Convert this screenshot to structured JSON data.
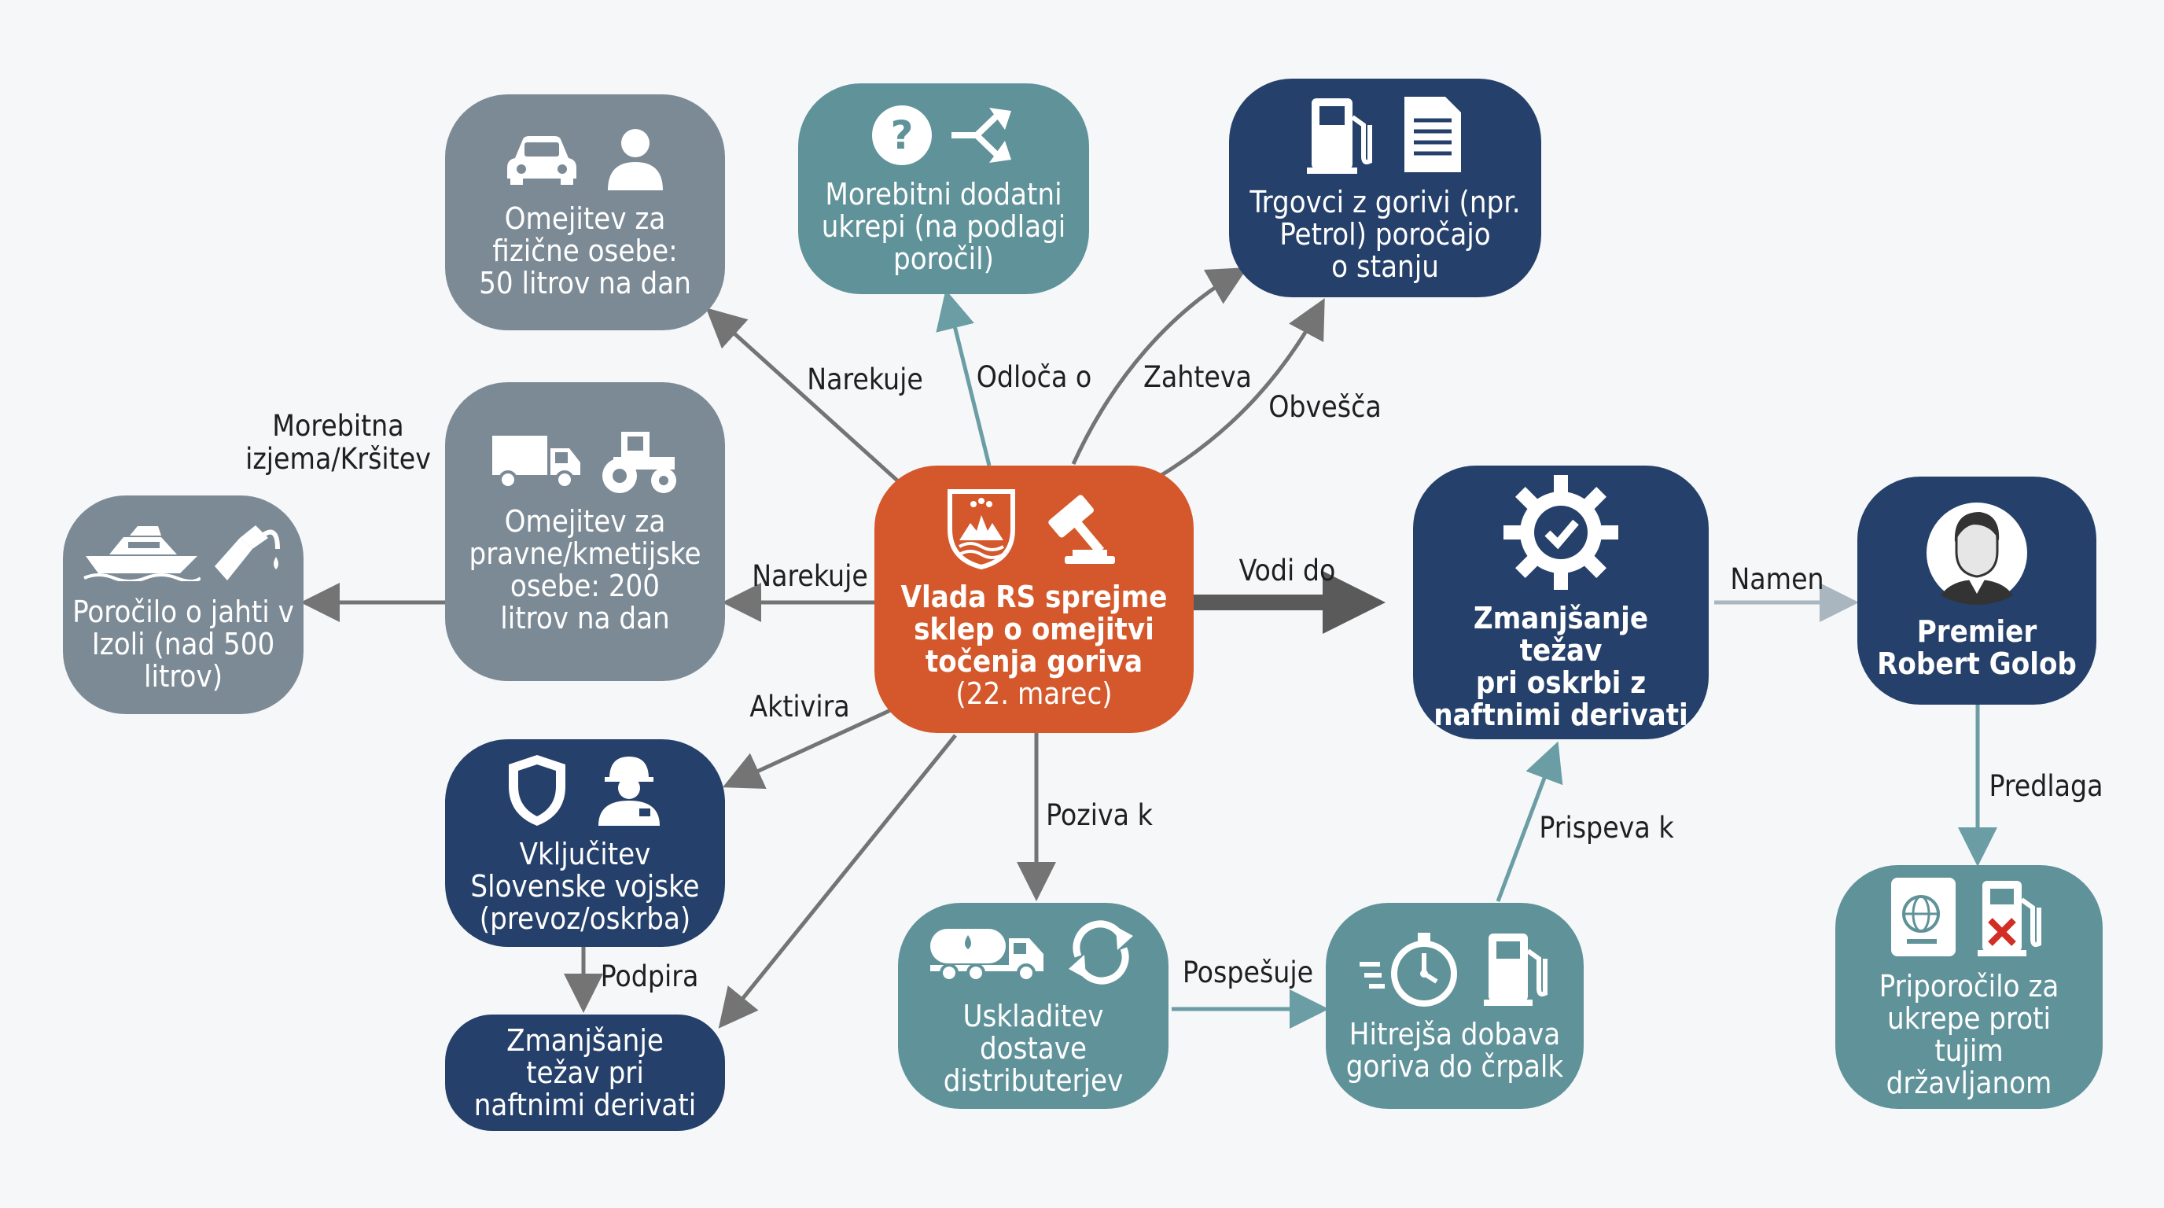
{
  "colors": {
    "gray": "#7c8a95",
    "teal": "#5f9299",
    "navy": "#25406a",
    "orange": "#d4582b",
    "edge_gray": "#747474",
    "edge_teal": "#6b9ea4",
    "edge_light": "#aab6bf"
  },
  "nodes": {
    "center": {
      "text": "Vlada RS sprejme\nsklep o omejitvi\ntočenja goriva",
      "sub": "(22. marec)",
      "icons": [
        "slovenia-coat-of-arms-icon",
        "gavel-icon"
      ]
    },
    "individuals": {
      "text": "Omejitev za\nfizične osebe:\n50 litrov na dan",
      "icons": [
        "car-icon",
        "person-icon"
      ]
    },
    "extra_measures": {
      "text": "Morebitni dodatni\nukrepi (na podlagi\nporočil)",
      "icons": [
        "question-icon",
        "branch-arrows-icon"
      ]
    },
    "retailers": {
      "text": "Trgovci z gorivi (npr.\nPetrol) poročajo\no stanju",
      "icons": [
        "fuel-pump-icon",
        "document-icon"
      ]
    },
    "legal": {
      "text": "Omejitev za\npravne/kmetijske\nosebe: 200\nlitrov na dan",
      "icons": [
        "truck-icon",
        "tractor-icon"
      ]
    },
    "yacht": {
      "text": "Poročilo o jahti v\nIzoli (nad 500\nlitrov)",
      "icons": [
        "yacht-icon",
        "fuel-nozzle-icon"
      ]
    },
    "goal": {
      "text": "Zmanjšanje težav\npri oskrbi z\nnaftnimi derivati",
      "icons": [
        "gear-check-icon"
      ]
    },
    "premier": {
      "text": "Premier\nRobert Golob",
      "icons": [
        "portrait-icon"
      ]
    },
    "recommend": {
      "text": "Priporočilo za\nukrepe proti tujim\ndržavljanom",
      "icons": [
        "passport-icon",
        "fuel-pump-cross-icon"
      ]
    },
    "army": {
      "text": "Vključitev\nSlovenske vojske\n(prevoz/oskrba)",
      "icons": [
        "shield-icon",
        "soldier-icon"
      ]
    },
    "reduce": {
      "text": "Zmanjšanje\ntežav pri\nnaftnimi derivati",
      "icons": []
    },
    "coordinate": {
      "text": "Uskladitev\ndostave\ndistributerjev",
      "icons": [
        "tanker-truck-icon",
        "sync-icon"
      ]
    },
    "faster": {
      "text": "Hitrejša dobava\ngoriva do črpalk",
      "icons": [
        "stopwatch-icon",
        "fuel-pump-icon"
      ]
    }
  },
  "edge_labels": {
    "narekuje_top": "Narekuje",
    "odloca": "Odloča o",
    "zahteva": "Zahteva",
    "obvesca": "Obvešča",
    "izjema": "Morebitna\nizjema/Kršitev",
    "narekuje_mid": "Narekuje",
    "vodi": "Vodi do",
    "namen": "Namen",
    "aktivira": "Aktivira",
    "poziva": "Poziva k",
    "prispeva": "Prispeva k",
    "predlaga": "Predlaga",
    "podpira": "Podpira",
    "pospesuje": "Pospešuje"
  }
}
